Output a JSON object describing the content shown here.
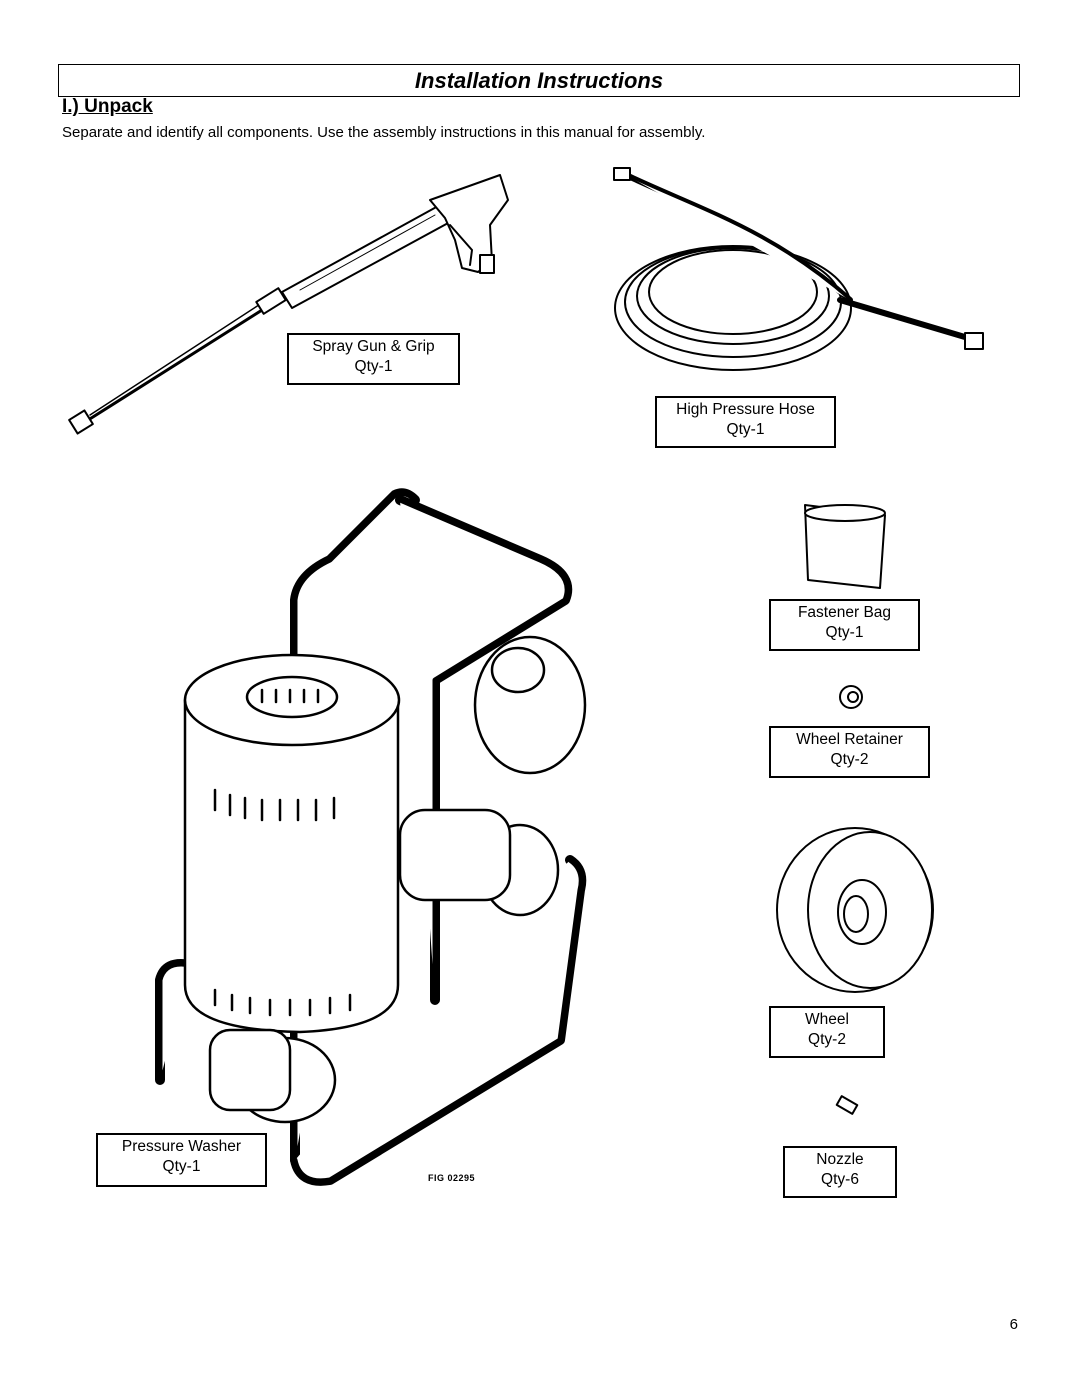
{
  "page": {
    "title": "Installation Instructions",
    "section_heading": "I.) Unpack",
    "intro": "Separate and identify all components. Use the assembly instructions in this manual for assembly.",
    "page_number": "6",
    "figure_id": "FIG  02295"
  },
  "components": [
    {
      "name": "Spray Gun & Grip",
      "qty": "Qty-1",
      "icon": "spray-gun-icon"
    },
    {
      "name": "High Pressure Hose",
      "qty": "Qty-1",
      "icon": "hose-icon"
    },
    {
      "name": "Fastener Bag",
      "qty": "Qty-1",
      "icon": "fastener-bag-icon"
    },
    {
      "name": "Wheel Retainer",
      "qty": "Qty-2",
      "icon": "wheel-retainer-icon"
    },
    {
      "name": "Wheel",
      "qty": "Qty-2",
      "icon": "wheel-icon"
    },
    {
      "name": "Pressure Washer",
      "qty": "Qty-1",
      "icon": "pressure-washer-icon"
    },
    {
      "name": "Nozzle",
      "qty": "Qty-6",
      "icon": "nozzle-icon"
    }
  ]
}
